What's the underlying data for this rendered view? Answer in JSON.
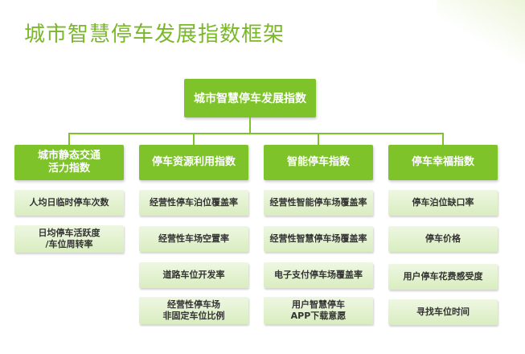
{
  "title": "城市智慧停车发展指数框架",
  "root": "城市智慧停车发展指数",
  "categories": [
    {
      "label": "城市静态交通\n活力指数",
      "items": [
        "人均日临时停车次数",
        "日均停车活跃度\n/车位周转率"
      ]
    },
    {
      "label": "停车资源利用指数",
      "items": [
        "经营性停车泊位覆盖率",
        "经营性车场空置率",
        "道路车位开发率",
        "经营性停车场\n非固定车位比例"
      ]
    },
    {
      "label": "智能停车指数",
      "items": [
        "经营性智能停车场覆盖率",
        "经营性智慧停车场覆盖率",
        "电子支付停车场覆盖率",
        "用户智慧停车\nAPP下载意愿"
      ]
    },
    {
      "label": "停车幸福指数",
      "items": [
        "停车泊位缺口率",
        "停车价格",
        "用户停车花费感受度",
        "寻找车位时间"
      ]
    }
  ]
}
